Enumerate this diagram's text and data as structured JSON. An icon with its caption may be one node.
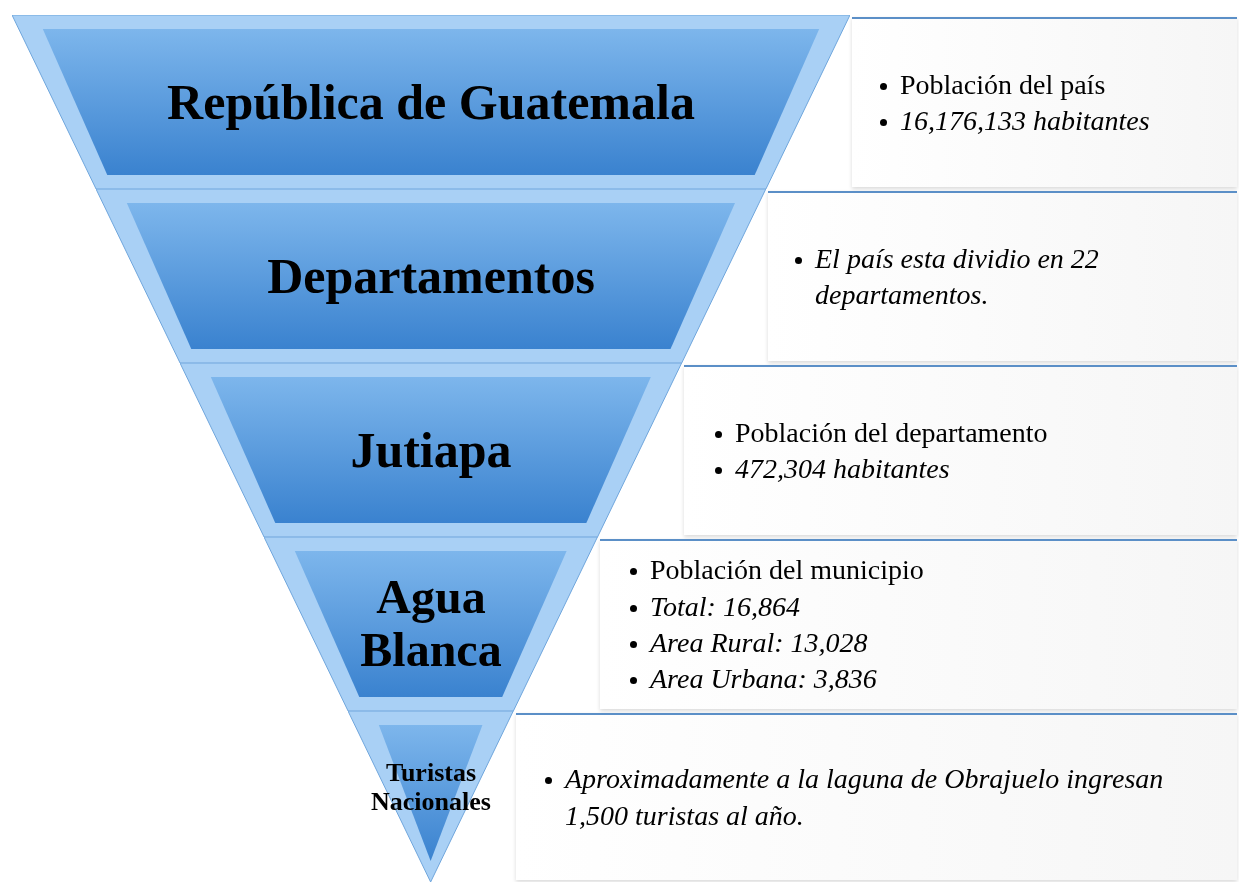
{
  "diagram": {
    "nodes": [
      {
        "text": [
          "República de Guatemala"
        ]
      },
      {
        "text": [
          "Población del país",
          "16,176,133 habitantes"
        ]
      },
      {
        "text": [
          "Departamentos"
        ]
      },
      {
        "text": [
          "El país esta dividio en 22 departamentos."
        ]
      },
      {
        "text": [
          "Jutiapa"
        ]
      },
      {
        "text": [
          "Población del departamento",
          "472,304 habitantes"
        ]
      },
      {
        "text": [
          "Agua Blanca"
        ]
      },
      {
        "text": [
          "Población del municipio",
          "Total: 16,864",
          "Area Rural: 13,028",
          "Area Urbana: 3,836"
        ]
      },
      {
        "text": [
          "Turistas Nacionales"
        ]
      },
      {
        "text": [
          "Aproximadamente a la laguna de Obrajuelo ingresan 1,500 turistas al año."
        ]
      }
    ]
  }
}
